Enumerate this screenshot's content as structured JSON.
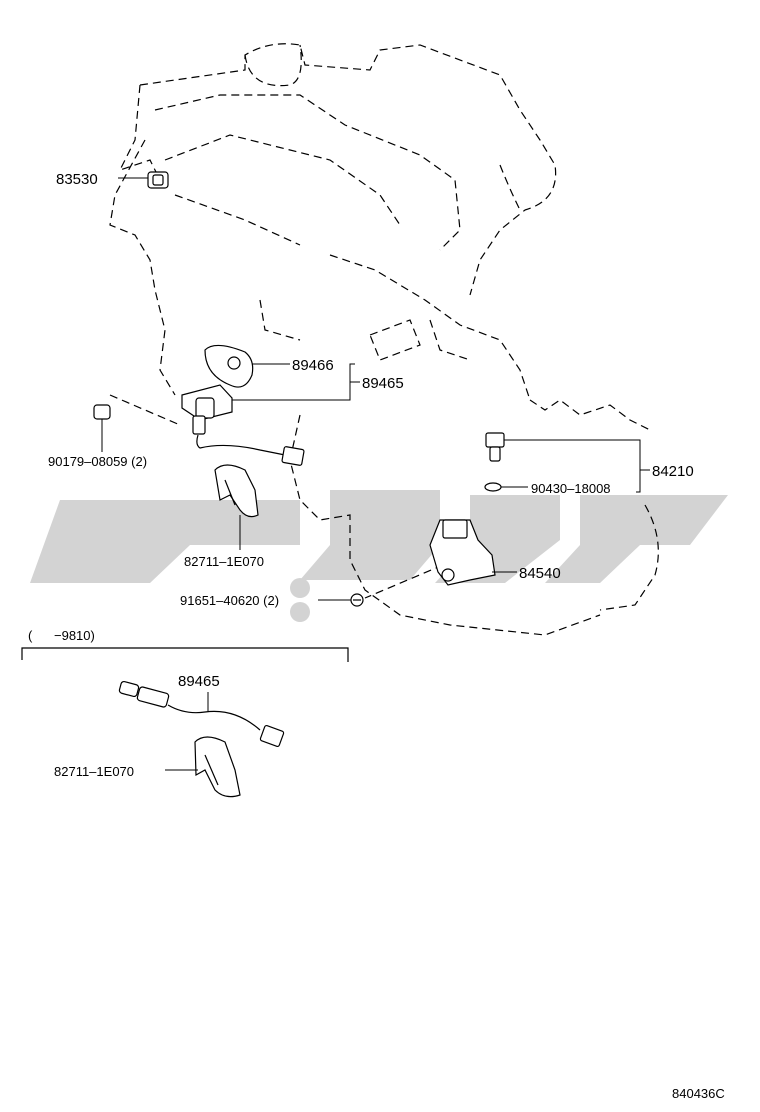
{
  "labels": {
    "p83530": "83530",
    "p89466": "89466",
    "p89465_a": "89465",
    "p90179": "90179–08059 (2)",
    "p82711_a": "82711–1E070",
    "p84210": "84210",
    "p90430": "90430–18008",
    "p84540": "84540",
    "p91651": "91651–40620 (2)",
    "p89465_b": "89465",
    "p82711_b": "82711–1E070"
  },
  "variant_bracket_text": "(      −9810)",
  "diagram_code": "840436C",
  "colors": {
    "line": "#000000",
    "watermark": "#d3d3d3",
    "background": "#ffffff"
  }
}
